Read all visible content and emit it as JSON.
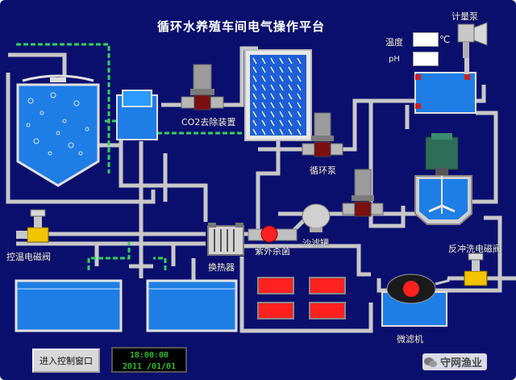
{
  "window": {
    "title": "循环水养殖车间电气操作平台"
  },
  "readouts": {
    "temp_label": "温度",
    "temp_unit": "℃",
    "ph_label": "pH",
    "temp_value": "",
    "ph_value": ""
  },
  "equipment": {
    "metering_pump": "计量泵",
    "co2_removal": "CO2去除装置",
    "circulation_pump": "循环泵",
    "temp_valve": "控温电磁阀",
    "heat_exchanger": "换热器",
    "uv_sterilizer": "紫外杀菌",
    "sand_filter": "沙滤罐",
    "backwash_valve": "反冲洗电磁阀",
    "micro_filter": "微滤机"
  },
  "controls": {
    "enter_button": "进入控制窗口",
    "time": "18:00:00",
    "date": "2011 /01/01"
  },
  "watermark": {
    "text": "守网渔业"
  },
  "colors": {
    "background": "#0a0f6e",
    "pipe": "#c8c8c8",
    "water": "#1e7ee6",
    "sensor_line": "#2fd35a",
    "alarm": "#ff2020"
  }
}
